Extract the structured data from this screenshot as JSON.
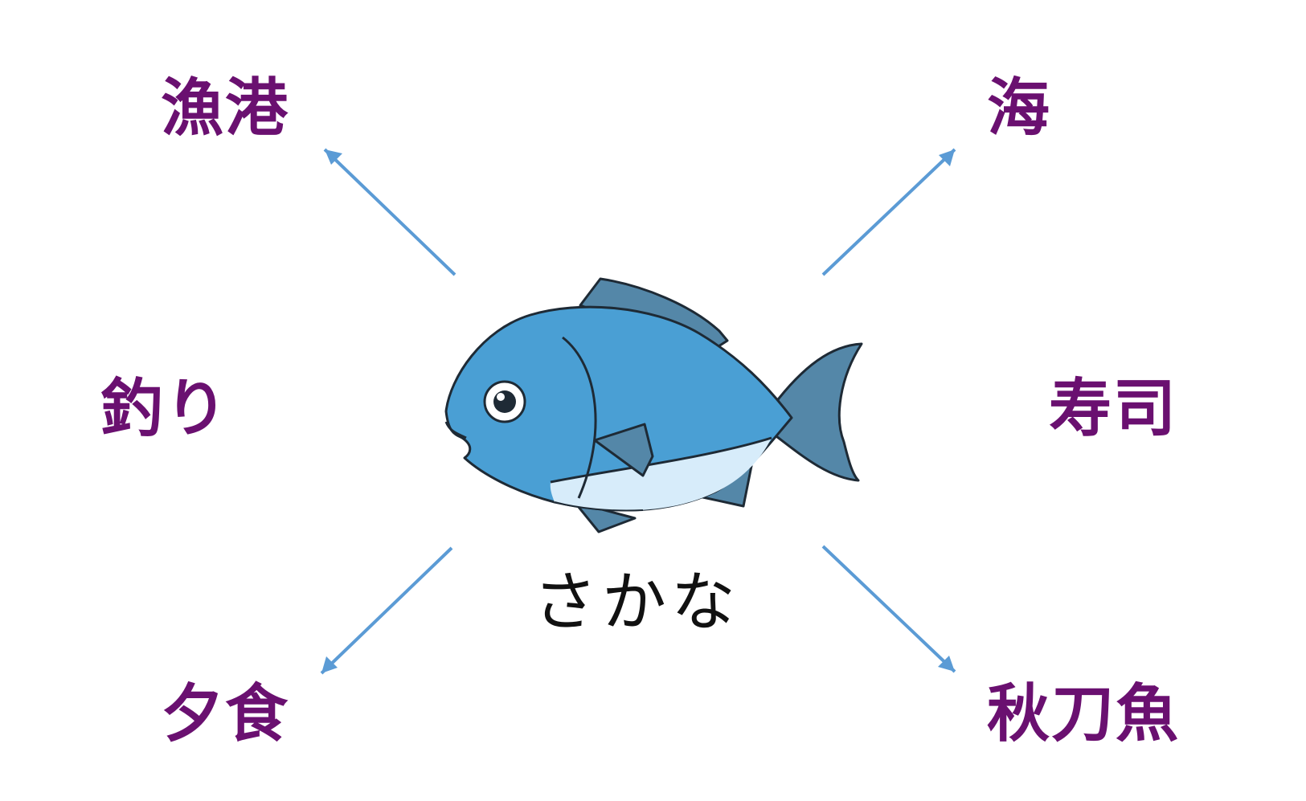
{
  "center": {
    "label": "さかな"
  },
  "terms": {
    "top_left": "漁港",
    "top_right": "海",
    "middle_left": "釣り",
    "middle_right": "寿司",
    "bottom_left": "夕食",
    "bottom_right": "秋刀魚"
  },
  "colors": {
    "term_text": "#6a1070",
    "center_text": "#111111",
    "arrow": "#5b9bd5",
    "fish_body": "#4a9fd4",
    "fish_fin": "#5487a8",
    "fish_belly": "#d7ecfa",
    "fish_outline": "#1e2a35"
  },
  "icons": {
    "center_image": "fish-icon",
    "connector": "arrow-icon"
  }
}
